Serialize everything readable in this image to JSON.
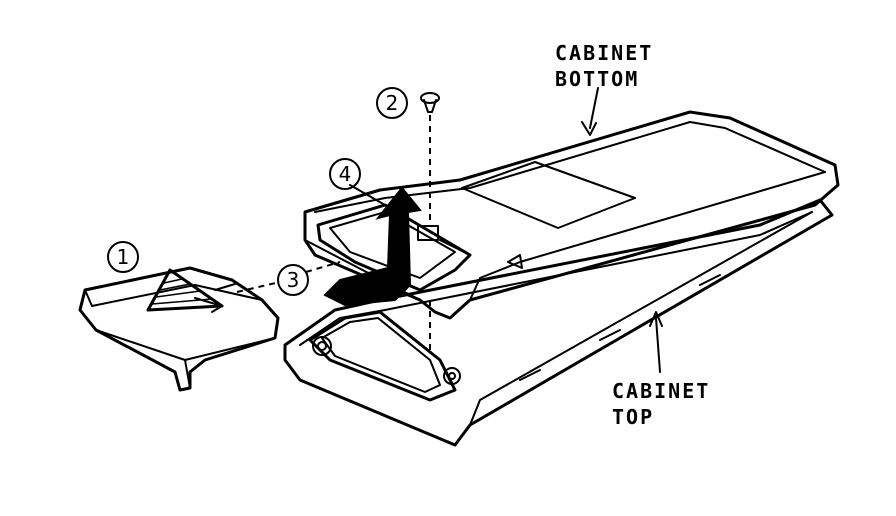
{
  "labels": {
    "cabinet_bottom_line1": "CABINET",
    "cabinet_bottom_line2": "BOTTOM",
    "cabinet_top_line1": "CABINET",
    "cabinet_top_line2": "TOP"
  },
  "callouts": {
    "one": "1",
    "two": "2",
    "three": "3",
    "four": "4"
  }
}
